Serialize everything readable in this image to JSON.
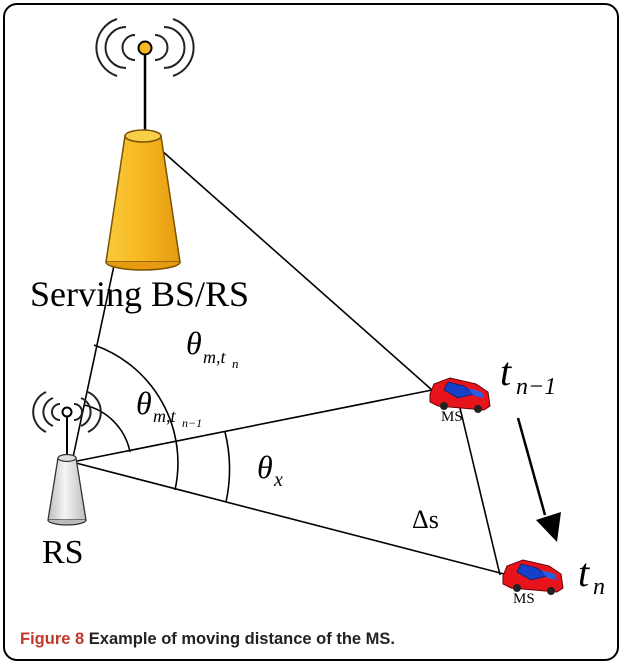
{
  "labels": {
    "serving_bs": "Serving BS/RS",
    "rs": "RS",
    "ms_top": "MS",
    "ms_bottom": "MS",
    "t_prev_base": "t",
    "t_prev_sub": "n−1",
    "t_now_base": "t",
    "t_now_sub": "n",
    "delta_s": "Δs",
    "theta_x_base": "θ",
    "theta_x_sub": "x",
    "theta_mtn_base": "θ",
    "theta_mtn_sub": "m,t",
    "theta_mtn_subsub": "n",
    "theta_mtn1_base": "θ",
    "theta_mtn1_sub": "m,t",
    "theta_mtn1_subsub": "n−1"
  },
  "caption": {
    "figure": "Figure 8",
    "text": " Example of moving distance of the MS."
  },
  "colors": {
    "tower_fill": "#f6b71f",
    "tower_stroke": "#7a5200",
    "rs_fill": "#e8e8e8",
    "car_body": "#e8141b",
    "car_window": "#1540c8",
    "caption_accent": "#c0392b"
  },
  "icons": {
    "bs_antenna": "radio-tower-icon",
    "rs_antenna": "radio-tower-icon",
    "car": "car-icon",
    "arrow": "arrow-down-icon"
  }
}
